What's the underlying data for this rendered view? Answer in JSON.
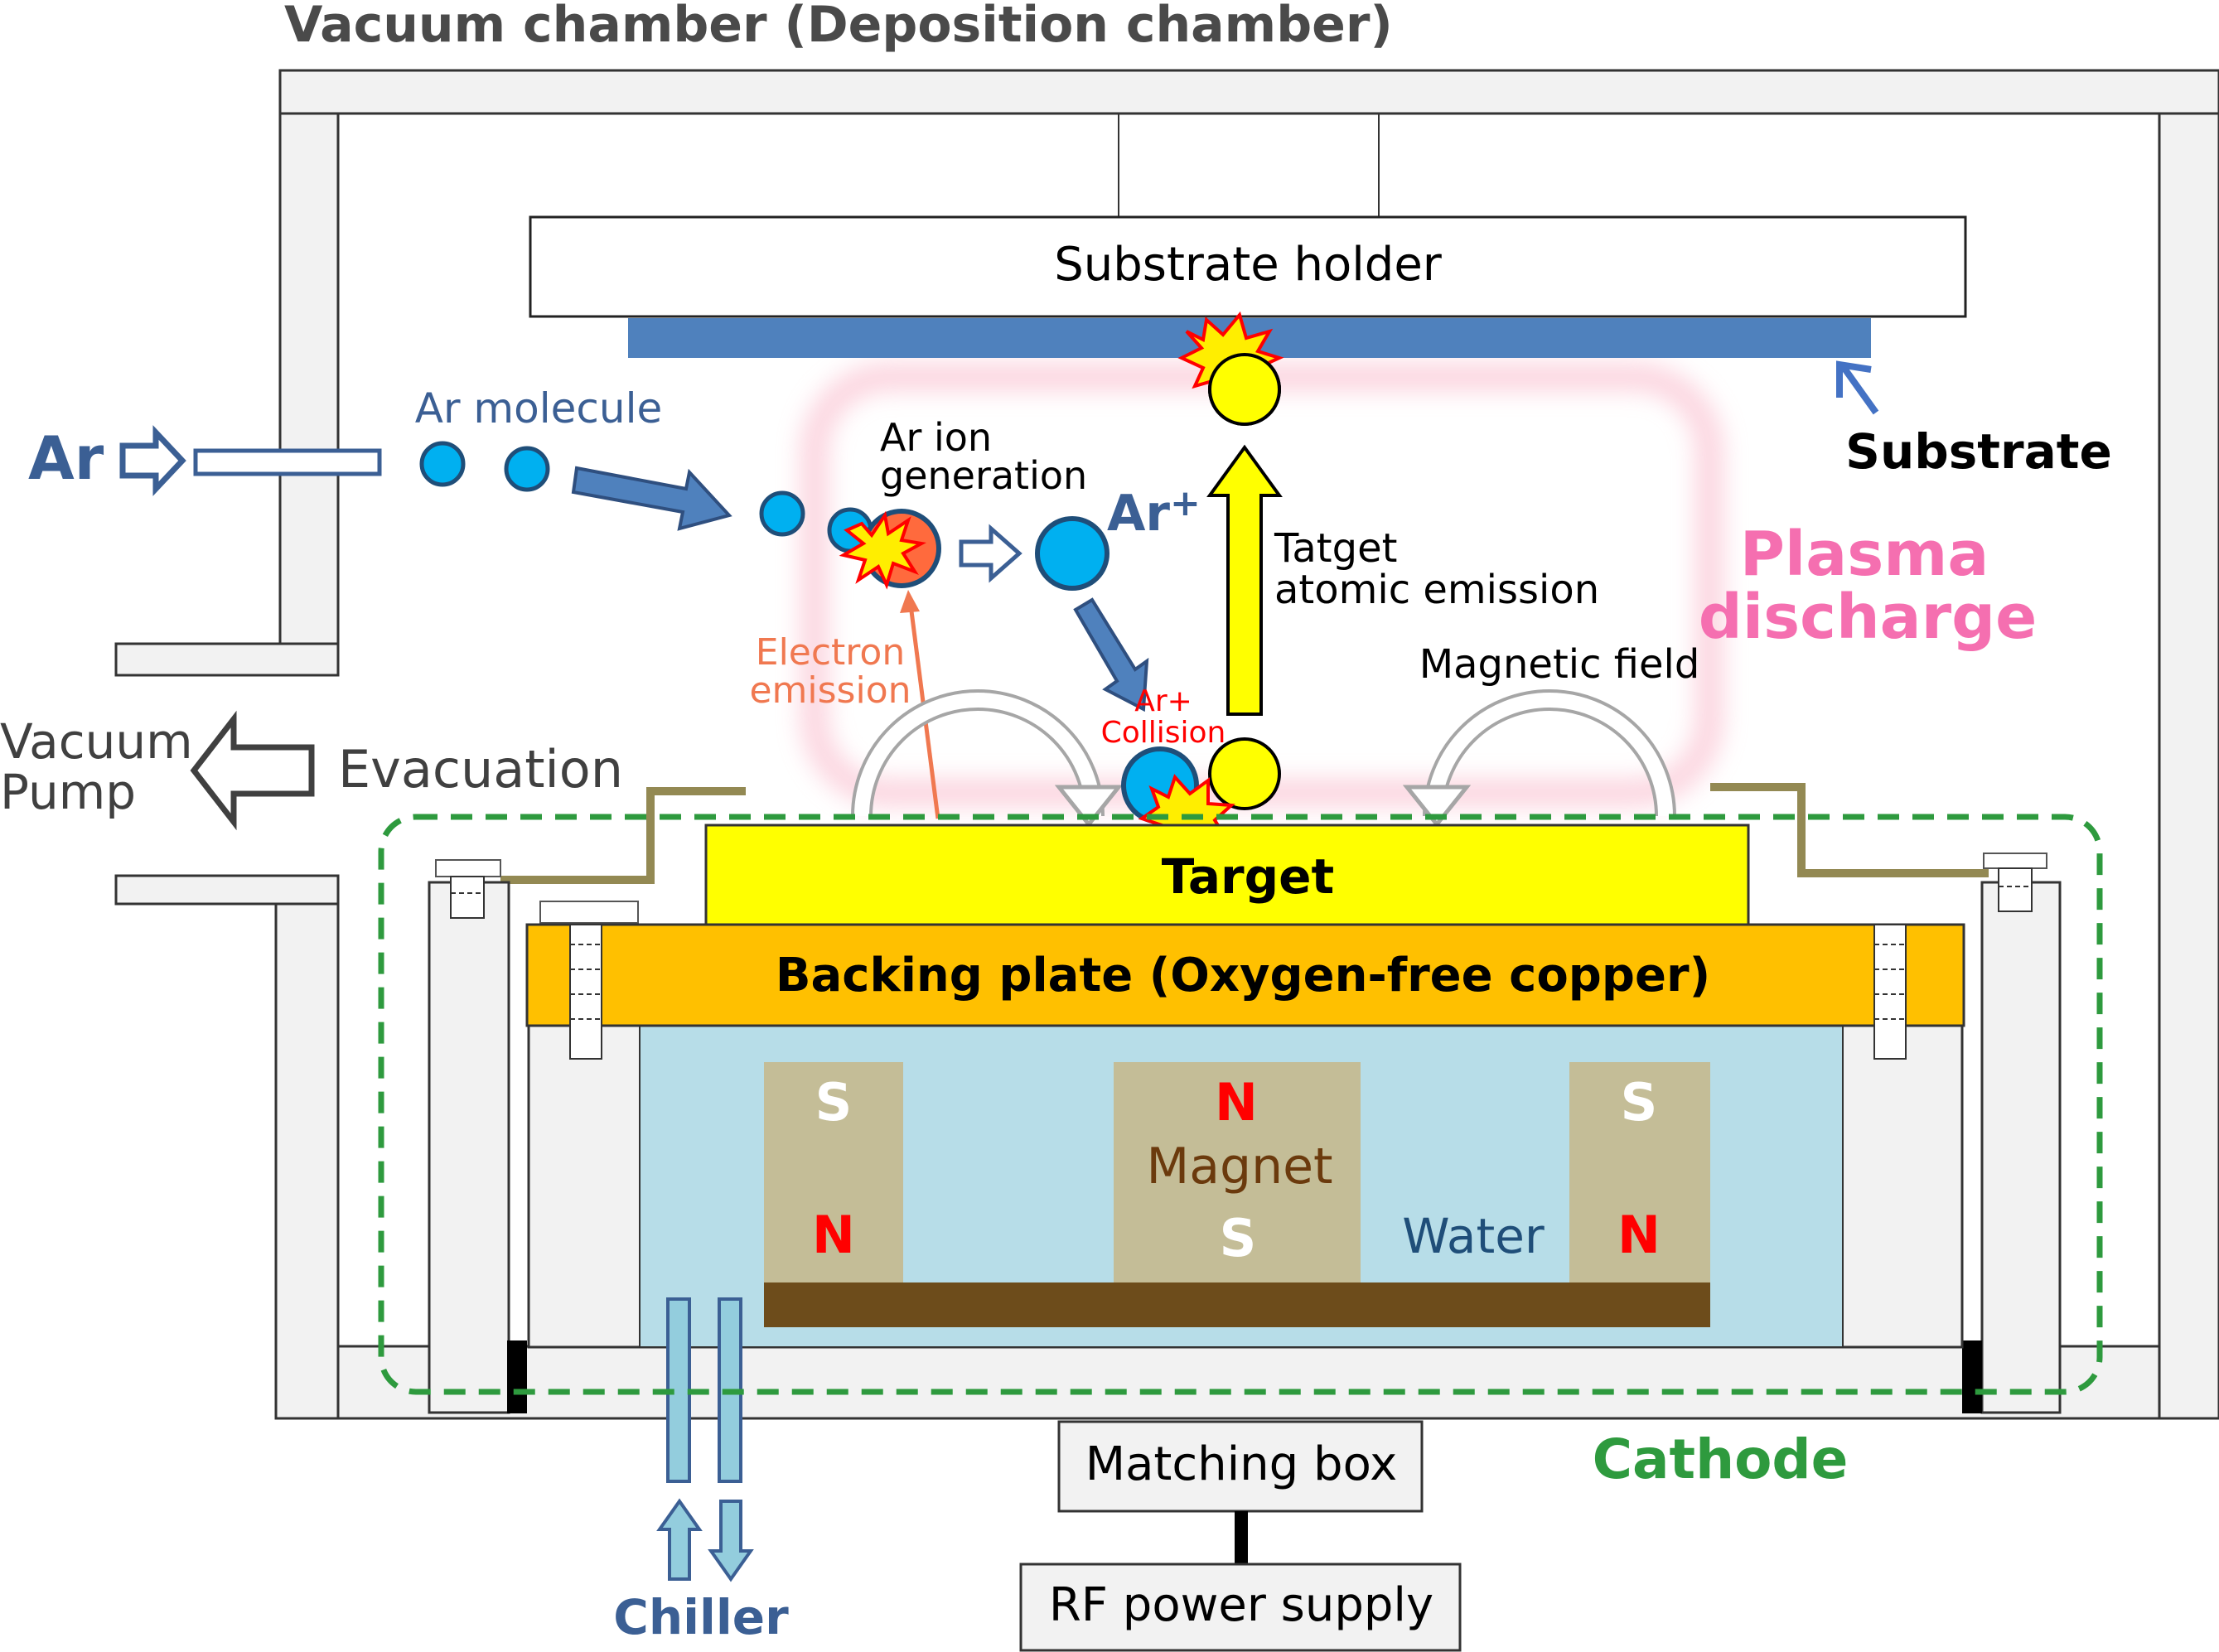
{
  "title": "Vacuum chamber (Deposition chamber)",
  "labels": {
    "substrate_holder": "Substrate holder",
    "substrate": "Substrate",
    "ar_gas": "Ar",
    "ar_molecule": "Ar molecule",
    "ar_ion_generation_1": "Ar ion",
    "ar_ion_generation_2": "generation",
    "ar_plus": "Ar",
    "ar_plus_sup": "+",
    "electron_emission_1": "Electron",
    "electron_emission_2": "emission",
    "ar_collision_1": "Ar+",
    "ar_collision_2": "Collision",
    "target_emission_1": "Tatget",
    "target_emission_2": "atomic emission",
    "plasma_1": "Plasma",
    "plasma_2": "discharge",
    "magnetic_field": "Magnetic field",
    "vacuum_pump_1": "Vacuum",
    "vacuum_pump_2": "Pump",
    "evacuation": "Evacuation",
    "target": "Target",
    "backing_plate": "Backing plate (Oxygen-free copper)",
    "magnet_left_top": "S",
    "magnet_left_bottom": "N",
    "magnet_center_top": "N",
    "magnet_center_label": "Magnet",
    "magnet_center_bottom": "S",
    "magnet_right_top": "S",
    "magnet_right_bottom": "N",
    "water": "Water",
    "cathode": "Cathode",
    "matching_box": "Matching box",
    "rf_power_supply": "RF power supply",
    "chiller": "Chiller"
  },
  "colors": {
    "chamber_wall": "#f2f2f2",
    "substrate": "#4f81bd",
    "target": "#ffff00",
    "backing_plate": "#ffc000",
    "water": "#b7dde8",
    "magnet": "#c4bd97",
    "magnet_base": "#6d4c1b",
    "cathode_dash": "#2e9a3e",
    "plasma": "#f56fb0",
    "ar_atom": "#00b0f0",
    "ar_ion_red": "#ff6a3d",
    "arrow_blue": "#4472c4",
    "label_blue": "#3b5f94",
    "n_pole": "#ff0000",
    "s_pole": "#ffffff",
    "magnet_text": "#6b3a0d"
  }
}
